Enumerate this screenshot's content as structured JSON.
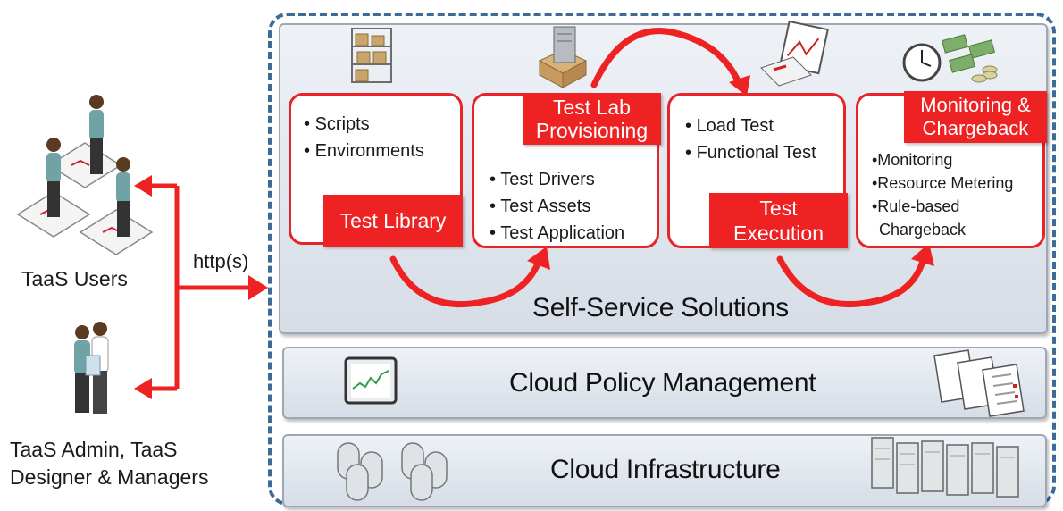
{
  "users": {
    "label": "TaaS Users",
    "admin_line1": "TaaS Admin, TaaS",
    "admin_line2": "Designer & Managers",
    "protocol": "http(s)"
  },
  "layers": {
    "self_service": "Self-Service Solutions",
    "policy": "Cloud Policy Management",
    "infrastructure": "Cloud Infrastructure"
  },
  "stages": [
    {
      "label": "Test Library",
      "items": [
        "Scripts",
        "Environments"
      ],
      "icon": "shelving-icon"
    },
    {
      "label_line1": "Test Lab",
      "label_line2": "Provisioning",
      "items": [
        "Test Drivers",
        "Test Assets",
        "Test Application"
      ],
      "icon": "server-box-icon"
    },
    {
      "label_line1": "Test",
      "label_line2": "Execution",
      "items": [
        "Load Test",
        "Functional Test"
      ],
      "icon": "clipboard-chart-icon"
    },
    {
      "label_line1": "Monitoring &",
      "label_line2": "Chargeback",
      "items": [
        "•Monitoring",
        "•Resource Metering",
        "•Rule-based",
        "Chargeback"
      ],
      "icon": "clock-money-icon"
    }
  ],
  "colors": {
    "accent_red": "#ee2222",
    "frame_blue": "#3d6a96"
  }
}
